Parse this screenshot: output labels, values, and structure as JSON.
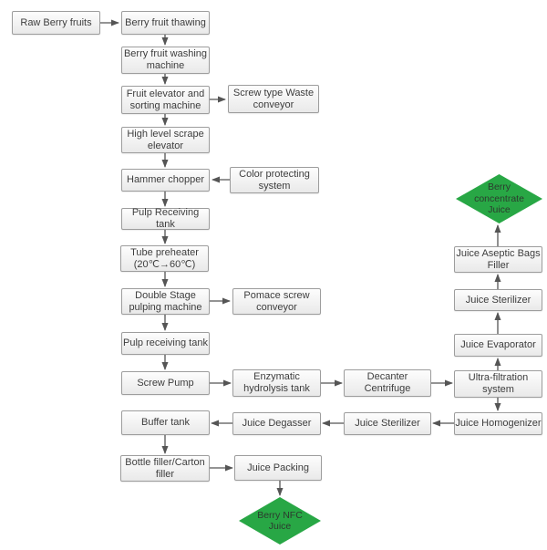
{
  "diagram": {
    "nodes": {
      "raw_berry_fruits": {
        "label": "Raw Berry fruits"
      },
      "berry_fruit_thawing": {
        "label": "Berry fruit thawing"
      },
      "berry_fruit_washing": {
        "label": "Berry fruit washing\nmachine"
      },
      "fruit_elevator_sorting": {
        "label": "Fruit elevator and\nsorting machine"
      },
      "screw_type_waste": {
        "label": "Screw type Waste\nconveyor"
      },
      "high_level_scrape": {
        "label": "High level scrape\nelevator"
      },
      "hammer_chopper": {
        "label": "Hammer chopper"
      },
      "color_protecting": {
        "label": "Color protecting\nsystem"
      },
      "pulp_receiving_tank_1": {
        "label": "Pulp Receiving tank"
      },
      "tube_preheater": {
        "label": "Tube preheater\n(20℃→60℃)"
      },
      "double_stage_pulping": {
        "label": "Double Stage\npulping machine"
      },
      "pomace_screw_conveyor": {
        "label": "Pomace screw\nconveyor"
      },
      "pulp_receiving_tank_2": {
        "label": "Pulp receiving tank"
      },
      "screw_pump": {
        "label": "Screw Pump"
      },
      "enzymatic_hydrolysis": {
        "label": "Enzymatic\nhydrolysis tank"
      },
      "decanter_centrifuge": {
        "label": "Decanter\nCentrifuge"
      },
      "ultra_filtration": {
        "label": "Ultra-filtration\nsystem"
      },
      "juice_aseptic_bags": {
        "label": "Juice Aseptic Bags\nFiller"
      },
      "juice_sterilizer_right": {
        "label": "Juice Sterilizer"
      },
      "juice_evaporator": {
        "label": "Juice Evaporator"
      },
      "juice_homogenizer": {
        "label": "Juice Homogenizer"
      },
      "juice_sterilizer_mid": {
        "label": "Juice Sterilizer"
      },
      "juice_degasser": {
        "label": "Juice Degasser"
      },
      "buffer_tank": {
        "label": "Buffer tank"
      },
      "bottle_filler_carton": {
        "label": "Bottle filler/Carton\nfiller"
      },
      "juice_packing": {
        "label": "Juice Packing"
      },
      "berry_concentrate_juice": {
        "label": "Berry\nconcentrate\nJuice"
      },
      "berry_nfc_juice": {
        "label": "Berry NFC\nJuice"
      }
    },
    "colors": {
      "diamond_green": "#28a745",
      "box_border": "#9d9d9d",
      "arrow": "#555555",
      "box_text": "#3d3d3d"
    }
  }
}
